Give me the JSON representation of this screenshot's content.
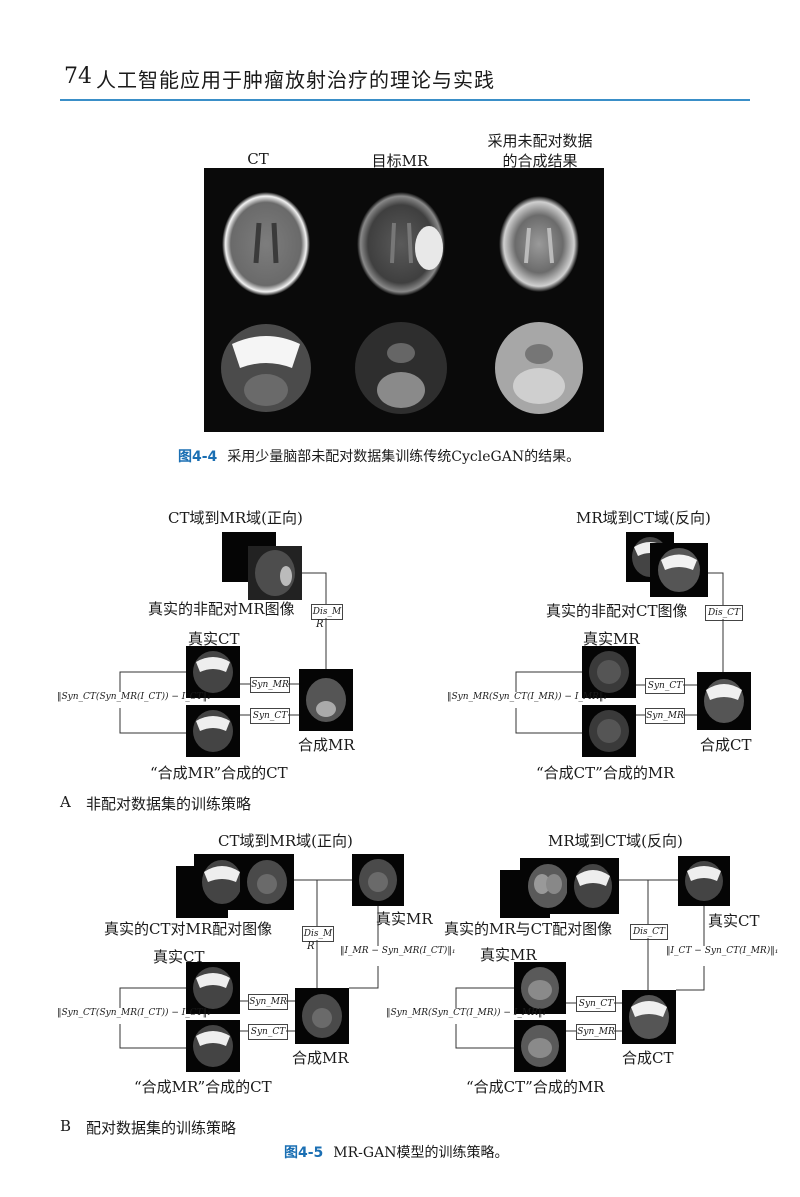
{
  "header": {
    "page_number": "74",
    "title": "人工智能应用于肿瘤放射治疗的理论与实践"
  },
  "figure44": {
    "col_headers": [
      "CT",
      "目标MR",
      "采用未配对数据",
      "的合成结果"
    ],
    "caption_label": "图4-4",
    "caption_text": "采用少量脑部未配对数据集训练传统CycleGAN的结果。"
  },
  "figA": {
    "left_title": "CT域到MR域(正向)",
    "right_title": "MR域到CT域(反向)",
    "left_real_pair": "真实的非配对MR图像",
    "right_real_pair": "真实的非配对CT图像",
    "dis_left": "Dis_M",
    "dis_right": "Dis_CT",
    "r_label": "R",
    "real_ct": "真实CT",
    "real_mr": "真实MR",
    "syn_mr": "Syn_MR",
    "syn_ct": "Syn_CT",
    "synth_mr": "合成MR",
    "synth_ct": "合成CT",
    "left_formula": "‖Syn_CT(Syn_MR(I_CT)) − I_CT‖₁",
    "right_formula": "‖Syn_MR(Syn_CT(I_MR)) − I_MR‖₁",
    "left_bottom": "“合成MR”合成的CT",
    "right_bottom": "“合成CT”合成的MR",
    "section_letter": "A",
    "section_text": "非配对数据集的训练策略"
  },
  "figB": {
    "left_title": "CT域到MR域(正向)",
    "right_title": "MR域到CT域(反向)",
    "left_pair": "真实的CT对MR配对图像",
    "right_pair": "真实的MR与CT配对图像",
    "dis_left": "Dis_M",
    "dis_right": "Dis_CT",
    "r_label": "R",
    "real_ct": "真实CT",
    "real_mr": "真实MR",
    "syn_mr": "Syn_MR",
    "syn_ct": "Syn_CT",
    "synth_mr": "合成MR",
    "synth_ct": "合成CT",
    "left_pair_formula": "‖I_MR − Syn_MR(I_CT)‖₁",
    "right_pair_formula": "‖I_CT − Syn_CT(I_MR)‖₁",
    "left_formula": "‖Syn_CT(Syn_MR(I_CT)) − I_CT‖₁",
    "right_formula": "‖Syn_MR(Syn_CT(I_MR)) − I_MR‖₁",
    "left_bottom": "“合成MR”合成的CT",
    "right_bottom": "“合成CT”合成的MR",
    "section_letter": "B",
    "section_text": "配对数据集的训练策略"
  },
  "figure45": {
    "caption_label": "图4-5",
    "caption_text": "MR-GAN模型的训练策略。"
  }
}
